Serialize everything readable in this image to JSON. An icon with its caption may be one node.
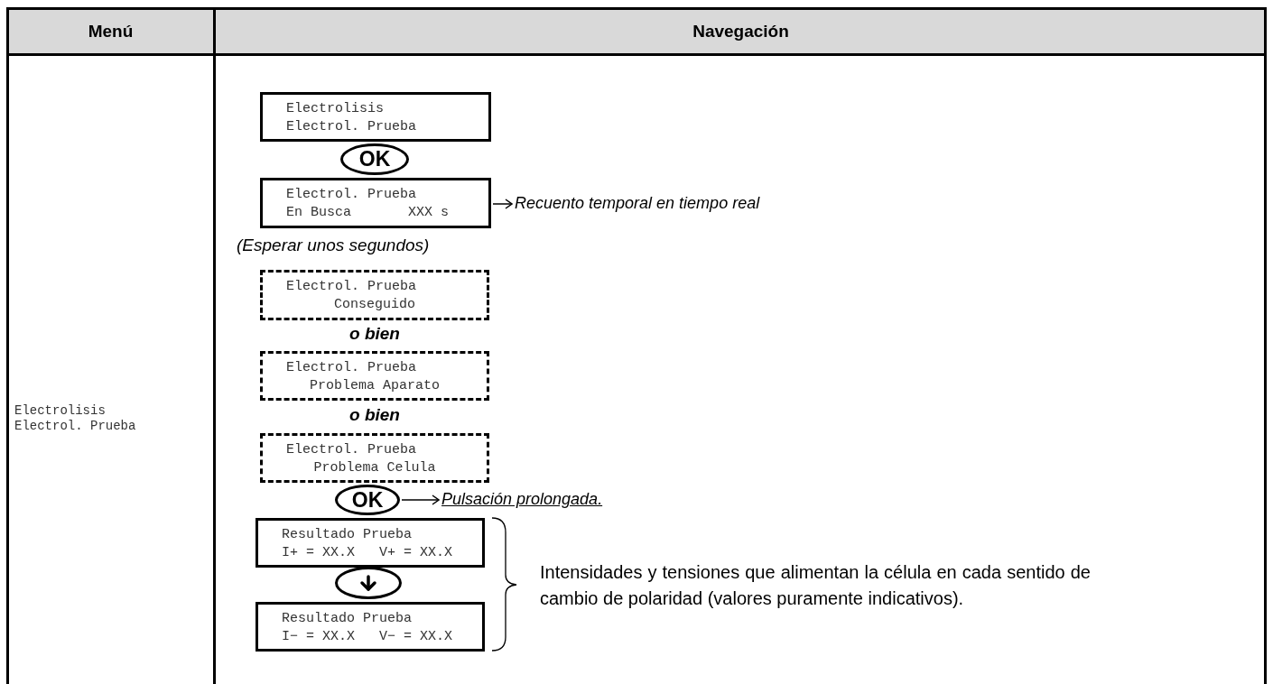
{
  "diagram": {
    "nodes": [
      {
        "text": [
          "Electrolisis",
          "Electrol. Prueba"
        ]
      },
      {
        "text": [
          "OK"
        ]
      },
      {
        "text": [
          "Electrol. Prueba",
          "En Busca       XXX s"
        ]
      },
      {
        "text": [
          "Recuento temporal en tiempo real"
        ]
      },
      {
        "text": [
          "Electrol. Prueba",
          "Conseguido"
        ]
      },
      {
        "text": [
          "Electrol. Prueba",
          "Problema Aparato"
        ]
      },
      {
        "text": [
          "Electrol. Prueba",
          "Problema Celula"
        ]
      },
      {
        "text": [
          "OK"
        ]
      },
      {
        "text": [
          "Pulsación prolongada."
        ]
      },
      {
        "text": [
          "Resultado Prueba",
          "I+ = XX.X   V+ = XX.X"
        ]
      },
      {
        "text": [],
        "shape": "circle"
      },
      {
        "text": [
          "Resultado Prueba",
          "I− = XX.X   V− = XX.X"
        ]
      }
    ],
    "edges": [
      {
        "from": 2,
        "to": 3,
        "arrow": "to"
      },
      {
        "from": 7,
        "to": 8,
        "arrow": "to"
      }
    ],
    "labels": [
      "Menú",
      "Navegación",
      "Electrolisis",
      "Electrol. Prueba",
      "(Esperar unos segundos)",
      "o bien",
      "o bien",
      "Intensidades y tensiones que alimentan la célula en cada sentido de cambio de polaridad (valores puramente indicativos)."
    ]
  }
}
